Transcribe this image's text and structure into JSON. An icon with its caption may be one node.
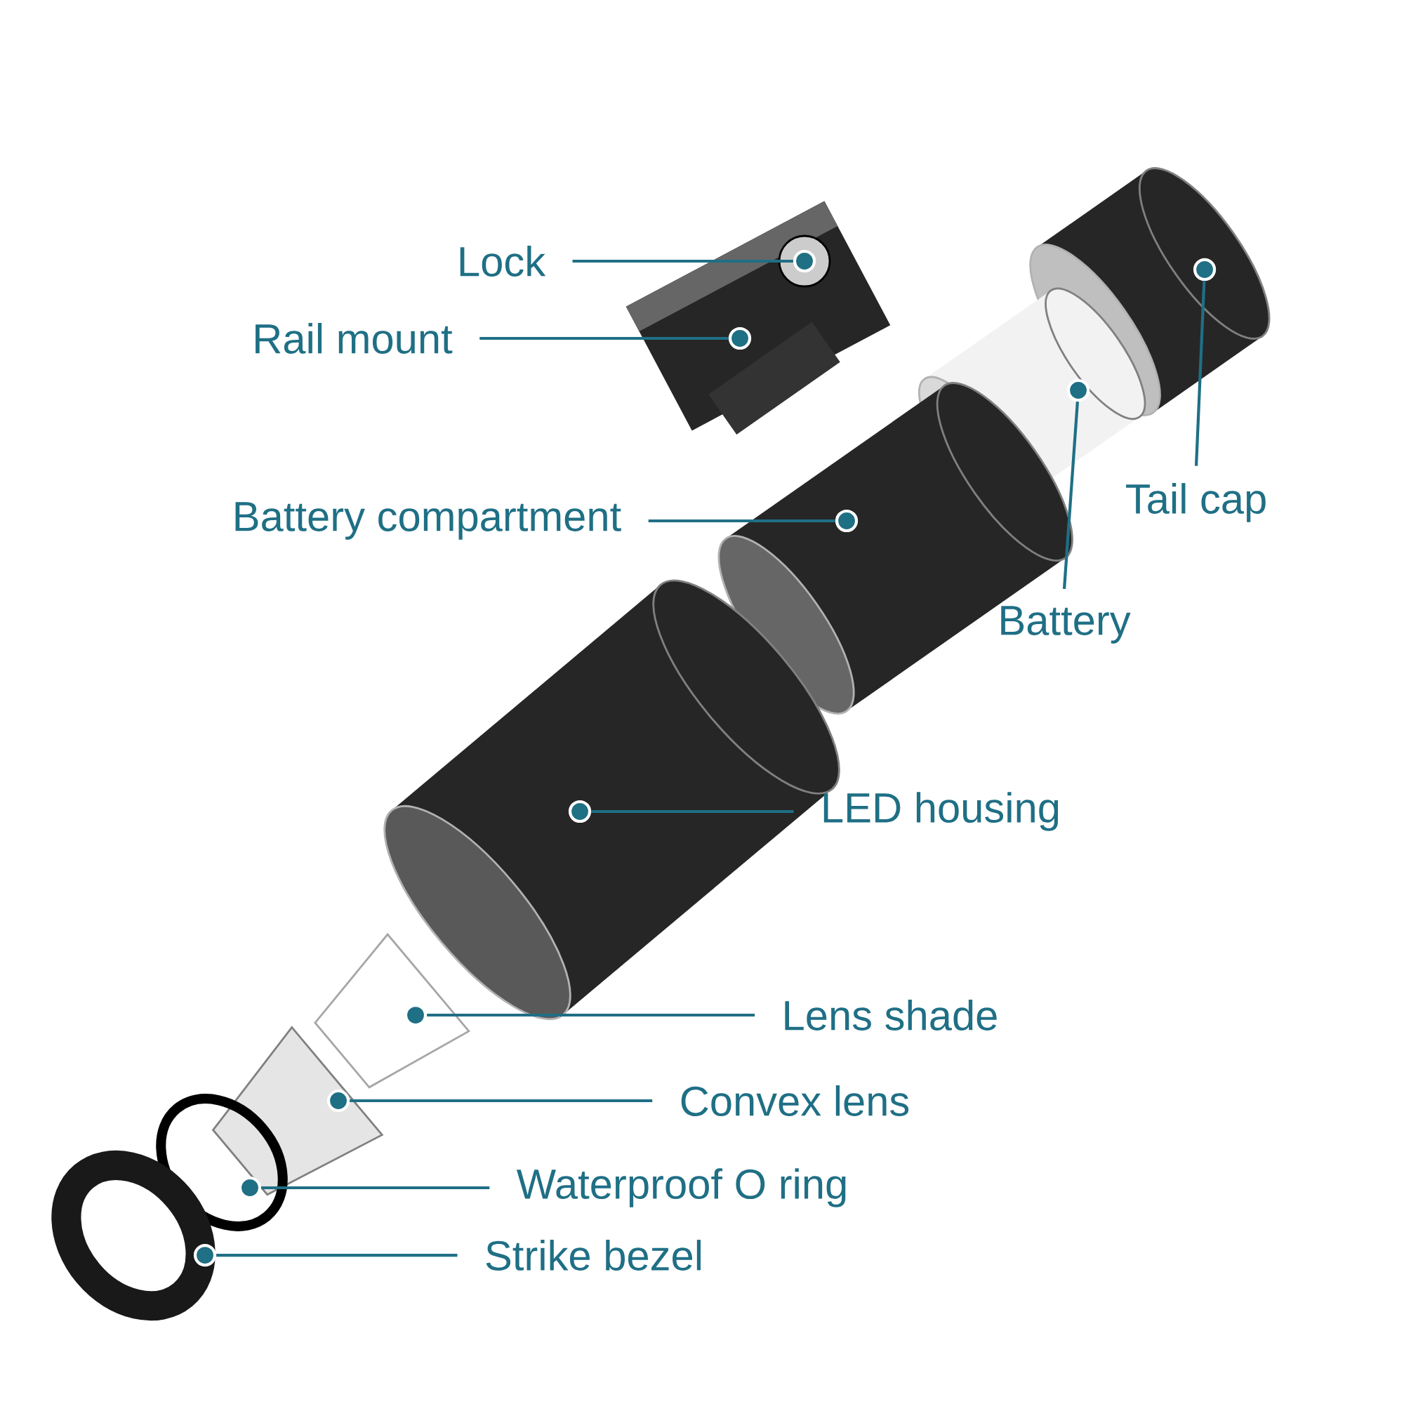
{
  "diagram": {
    "nodes": [
      {
        "text": [
          "Lock"
        ]
      },
      {
        "text": [
          "Rail mount"
        ]
      },
      {
        "text": [
          "Tail cap"
        ]
      },
      {
        "text": [
          "Battery compartment"
        ]
      },
      {
        "text": [
          "Battery"
        ]
      },
      {
        "text": [
          "LED housing"
        ]
      },
      {
        "text": [
          "Lens shade"
        ]
      },
      {
        "text": [
          "Convex lens"
        ]
      },
      {
        "text": [
          "Waterproof O ring"
        ]
      },
      {
        "text": [
          "Strike bezel"
        ]
      },
      {
        "text": [],
        "shape": "circle"
      },
      {
        "text": [],
        "shape": "circle"
      },
      {
        "text": [],
        "shape": "circle"
      },
      {
        "text": [],
        "shape": "circle"
      },
      {
        "text": [],
        "shape": "circle"
      },
      {
        "text": [],
        "shape": "circle"
      },
      {
        "text": [],
        "shape": "circle"
      },
      {
        "text": [],
        "shape": "circle"
      },
      {
        "text": [],
        "shape": "circle"
      },
      {
        "text": [],
        "shape": "circle"
      }
    ],
    "edges": [
      {
        "from": 0,
        "to": 10,
        "arrow": "none"
      },
      {
        "from": 1,
        "to": 11,
        "arrow": "none"
      },
      {
        "from": 2,
        "to": 12,
        "arrow": "none"
      },
      {
        "from": 3,
        "to": 13,
        "arrow": "none"
      },
      {
        "from": 4,
        "to": 14,
        "arrow": "none"
      },
      {
        "from": 5,
        "to": 15,
        "arrow": "none"
      },
      {
        "from": 6,
        "to": 16,
        "arrow": "none"
      },
      {
        "from": 7,
        "to": 17,
        "arrow": "none"
      },
      {
        "from": 8,
        "to": 18,
        "arrow": "none"
      },
      {
        "from": 9,
        "to": 19,
        "arrow": "none"
      }
    ]
  }
}
